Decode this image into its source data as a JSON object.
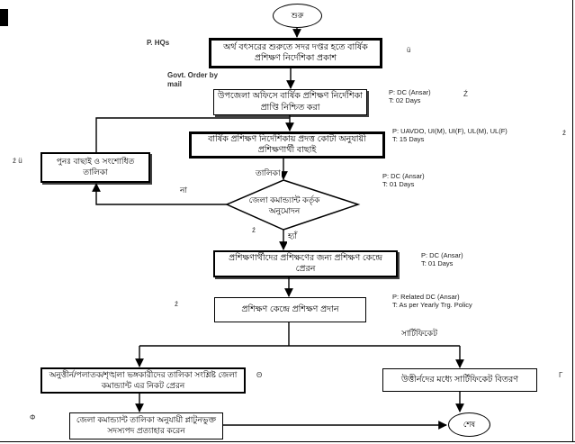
{
  "nodes": {
    "start": "শুরু",
    "publish": "অর্থ বৎসরের শুরুতে সদর দপ্তর হতে বার্ষিক প্রশিক্ষণ নির্দেশিকা প্রকাশ",
    "receive": "উপজেলা অফিসে বার্ষিক প্রশিক্ষণ নির্দেশিকা প্রাপ্তি নিশ্চিত করা",
    "select": "বার্ষিক প্রশিক্ষণ নির্দেশিকায় প্রদত্ত কোটা অনুযায়ী প্রশিক্ষণার্থী বাছাই",
    "reselect": "পুনঃ  বাছাই ও সংশোধিত তালিকা",
    "approve": "জেলা কমান্ড্যান্ট কর্তৃক অনুমোদন",
    "send_trainees": "প্রশিক্ষণার্থীদের প্রশিক্ষণের জন্য প্রশিক্ষণ কেন্দ্রে প্রেরন",
    "training": "প্রশিক্ষণ কেন্দ্রে প্রশিক্ষণ প্রদান",
    "fail_list": "অনুত্তীর্ন/পলাতক/শৃঙ্খলা ভঙ্গকারীদের তালিকা সংশ্লিষ্ট জেলা কমান্ড্যান্ট এর নিকট প্রেরন",
    "certificates": "উত্তীর্নদের মধ্যে সার্টিফিকেট বিতরণ",
    "withdraw": "জেলা কমান্ড্যান্ট তালিকা অনুযায়ী প্লাটুনভুক্ত সদস্যপদ প্রত্যাহার করেন",
    "end": "শেষ"
  },
  "edge_labels": {
    "list": "তালিকা",
    "no": "না",
    "yes": "হ্যাঁ",
    "certificate": "সার্টিফিকেট"
  },
  "annotations": {
    "hqs": "P. HQs",
    "govt_order": "Govt. Order by\nmail",
    "receive_pt": "P: DC (Ansar)\nT: 02 Days",
    "select_pt": "P: UAVDO, UI(M), UI(F), UL(M), UL(F)\nT: 15 Days",
    "approve_pt": "P: DC (Ansar)\nT: 01 Days",
    "send_pt": "P: DC (Ansar)\nT: 01 Days",
    "training_pt": "P: Related DC (Ansar)\nT: As per Yearly Trg. Policy"
  },
  "marks": {
    "m1": "ü",
    "m2": "Ź",
    "m3": "ź",
    "m4": "ź ü",
    "m5": "ź",
    "m6": "ź",
    "m7": "Θ",
    "m8": "Γ",
    "m9": "Φ"
  },
  "colors": {
    "line": "#000000",
    "background": "#ffffff"
  }
}
